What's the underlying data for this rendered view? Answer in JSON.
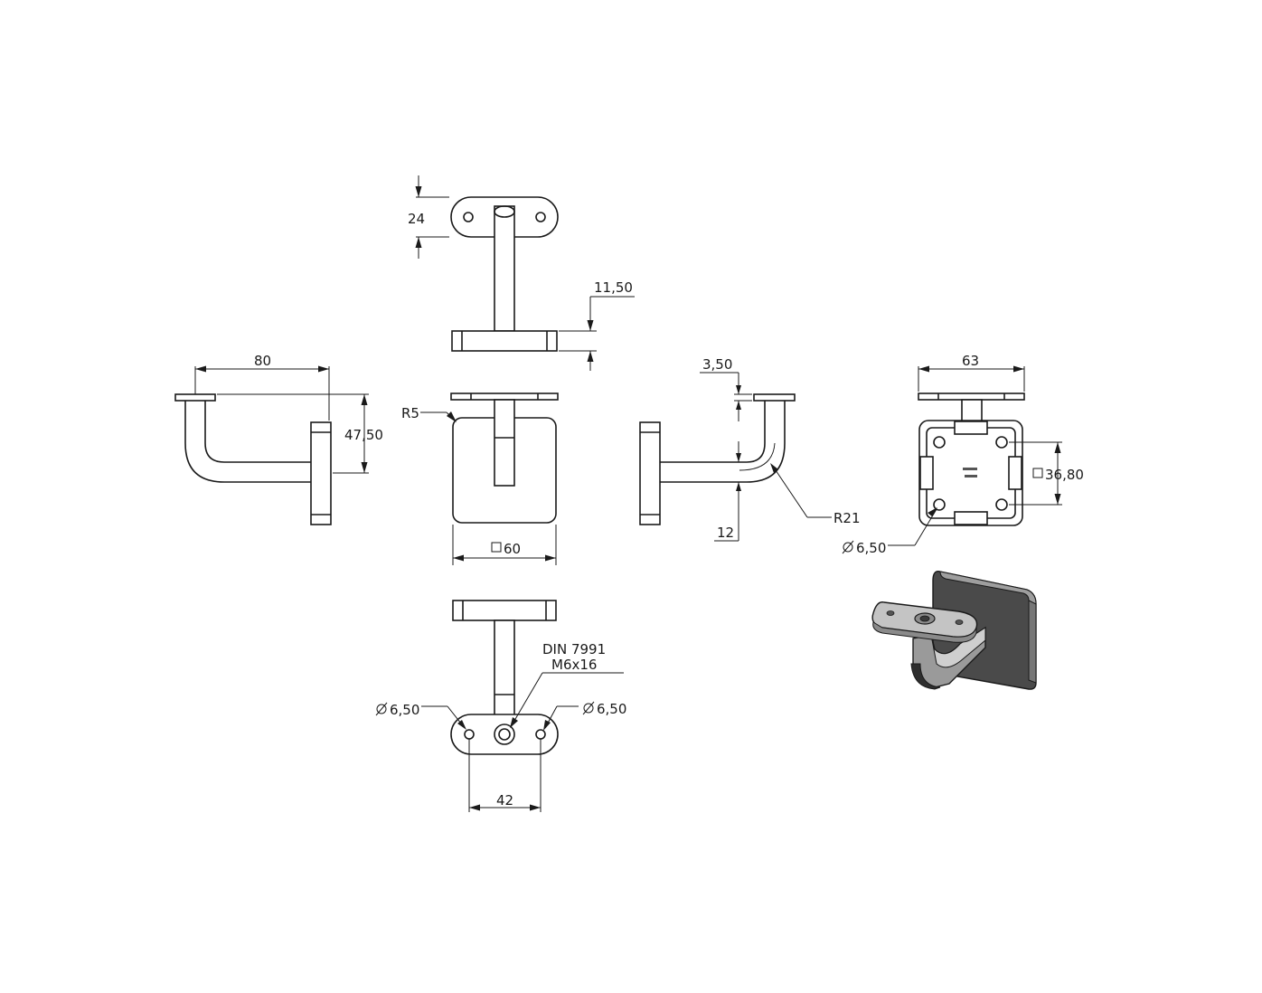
{
  "dimensions": {
    "plate_height": "24",
    "plate_thickness": "11,50",
    "projection": "80",
    "height": "47,50",
    "corner_radius": "R5",
    "wall_plate_width": "60",
    "plate_gap": "3,50",
    "bend_radius": "R21",
    "tube_offset": "12",
    "top_width": "63",
    "hole_square": "36,80",
    "wall_hole_dia": "6,50",
    "screw_spec_line1": "DIN 7991",
    "screw_spec_line2": "M6x16",
    "left_hole_dia": "6,50",
    "right_hole_dia": "6,50",
    "hole_spacing": "42"
  },
  "symbols": {
    "square": "□",
    "diameter": "⌀"
  },
  "colors": {
    "line": "#1a1a1a",
    "wall_plate_3d": "#4a4a4a",
    "steel_3d": "#bdbdbd"
  }
}
